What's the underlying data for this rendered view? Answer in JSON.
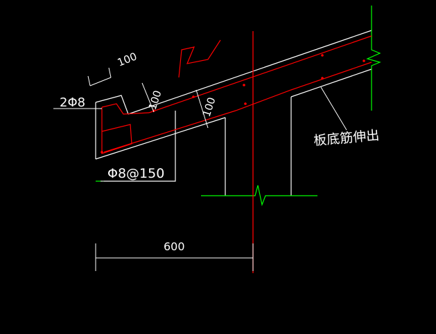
{
  "labels": {
    "top_dim": "100",
    "slab_dim_1": "100",
    "slab_dim_2": "100",
    "edge_rebar": "2Φ8",
    "stirrup_rebar": "Φ8@150",
    "bottom_bar_note": "板底筋伸出",
    "span_dim": "600"
  },
  "colors": {
    "background": "#000000",
    "concrete_outline": "#ffffff",
    "rebar": "#ff0000",
    "axis": "#ff0000",
    "break_lines": "#00ff00",
    "rebar_dots": "#ff0000"
  }
}
